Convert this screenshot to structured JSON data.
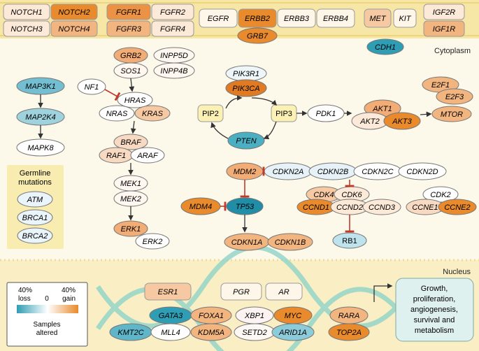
{
  "colors": {
    "membrane": "#f6e7a6",
    "cytoplasm": "#fdf9ea",
    "nucleus_band": "#faefc4",
    "loss_strong": "#2f9db3",
    "loss_light": "#bfe3ec",
    "neutral": "#ffffff",
    "gain_light": "#f7d2b4",
    "gain_strong": "#e98a2c",
    "pip": "#fbf1b5",
    "inhibit": "#c0392b",
    "arrow": "#333333",
    "outcome_box": "#dff1ee",
    "germline_box": "#f9ecb0"
  },
  "compartments": {
    "cytoplasm": "Cytoplasm",
    "nucleus": "Nucleus"
  },
  "receptors": {
    "notch1": "NOTCH1",
    "notch2": "NOTCH2",
    "notch3": "NOTCH3",
    "notch4": "NOTCH4",
    "fgfr1": "FGFR1",
    "fgfr2": "FGFR2",
    "fgfr3": "FGFR3",
    "fgfr4": "FGFR4",
    "egfr": "EGFR",
    "erbb2": "ERBB2",
    "erbb3": "ERBB3",
    "erbb4": "ERBB4",
    "met": "MET",
    "kit": "KIT",
    "igf2r": "IGF2R",
    "igf1r": "IGF1R",
    "grb7": "GRB7",
    "cdh1": "CDH1"
  },
  "mapk_axis": {
    "map3k1": "MAP3K1",
    "map2k4": "MAP2K4",
    "mapk8": "MAPK8"
  },
  "ras_pathway": {
    "grb2": "GRB2",
    "inpp5d": "INPP5D",
    "sos1": "SOS1",
    "inpp4b": "INPP4B",
    "nf1": "NF1",
    "hras": "HRAS",
    "nras": "NRAS",
    "kras": "KRAS",
    "braf": "BRAF",
    "raf1": "RAF1",
    "araf": "ARAF",
    "mek1": "MEK1",
    "mek2": "MEK2",
    "erk1": "ERK1",
    "erk2": "ERK2"
  },
  "pi3k_pathway": {
    "pik3r1": "PIK3R1",
    "pik3ca": "PIK3CA",
    "pip2": "PIP2",
    "pip3": "PIP3",
    "pten": "PTEN",
    "pdk1": "PDK1",
    "akt1": "AKT1",
    "akt2": "AKT2",
    "akt3": "AKT3",
    "e2f1": "E2F1",
    "e2f3": "E2F3",
    "mtor": "MTOR"
  },
  "germline": {
    "title_line1": "Germline",
    "title_line2": "mutations",
    "atm": "ATM",
    "brca1": "BRCA1",
    "brca2": "BRCA2"
  },
  "cell_cycle": {
    "mdm2": "MDM2",
    "cdkn2a": "CDKN2A",
    "cdkn2b": "CDKN2B",
    "cdkn2c": "CDKN2C",
    "cdkn2d": "CDKN2D",
    "mdm4": "MDM4",
    "tp53": "TP53",
    "cdk4": "CDK4",
    "cdk6": "CDK6",
    "ccnd1": "CCND1",
    "ccnd2": "CCND2",
    "ccnd3": "CCND3",
    "cdk2": "CDK2",
    "ccne1": "CCNE1",
    "ccne2": "CCNE2",
    "rb1": "RB1",
    "cdkn1a": "CDKN1A",
    "cdkn1b": "CDKN1B"
  },
  "nuclear": {
    "esr1": "ESR1",
    "pgr": "PGR",
    "ar": "AR",
    "gata3": "GATA3",
    "foxa1": "FOXA1",
    "xbp1": "XBP1",
    "myc": "MYC",
    "rara": "RARA",
    "kmt2c": "KMT2C",
    "mll4": "MLL4",
    "kdm5a": "KDM5A",
    "setd2": "SETD2",
    "arid1a": "ARID1A",
    "top2a": "TOP2A"
  },
  "outcome": {
    "line1": "Growth,",
    "line2": "proliferation,",
    "line3": "angiogenesis,",
    "line4": "survival and",
    "line5": "metabolism"
  },
  "legend": {
    "loss_pct": "40%",
    "loss_label": "loss",
    "zero": "0",
    "gain_pct": "40%",
    "gain_label": "gain",
    "caption_line1": "Samples",
    "caption_line2": "altered"
  }
}
